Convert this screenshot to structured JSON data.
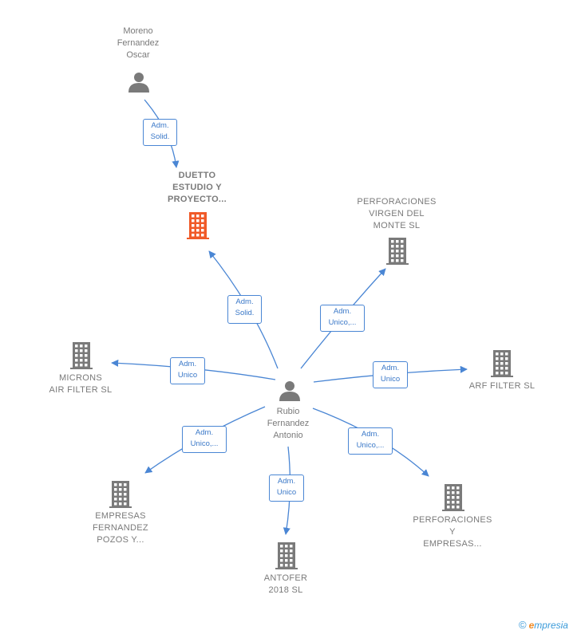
{
  "colors": {
    "edge": "#4a86d4",
    "node_gray": "#7a7a7a",
    "focus": "#f05a28"
  },
  "nodes": [
    {
      "id": "moreno",
      "kind": "person",
      "label": "Moreno\nFernandez\nOscar",
      "icon": "person-icon"
    },
    {
      "id": "duetto",
      "kind": "company",
      "focus": true,
      "label": "DUETTO\nESTUDIO Y\nPROYECTO...",
      "icon": "building-icon"
    },
    {
      "id": "perforaciones_virgen",
      "kind": "company",
      "label": "PERFORACIONES\nVIRGEN DEL\nMONTE  SL",
      "icon": "building-icon"
    },
    {
      "id": "microns",
      "kind": "company",
      "label": "MICRONS\nAIR FILTER SL",
      "icon": "building-icon"
    },
    {
      "id": "rubio",
      "kind": "person",
      "label": "Rubio\nFernandez\nAntonio",
      "icon": "person-icon"
    },
    {
      "id": "arf",
      "kind": "company",
      "label": "ARF FILTER  SL",
      "icon": "building-icon"
    },
    {
      "id": "empresas_fernandez",
      "kind": "company",
      "label": "EMPRESAS\nFERNANDEZ\nPOZOS Y...",
      "icon": "building-icon"
    },
    {
      "id": "antofer",
      "kind": "company",
      "label": "ANTOFER\n2018  SL",
      "icon": "building-icon"
    },
    {
      "id": "perforaciones_empresas",
      "kind": "company",
      "label": "PERFORACIONES\nY\nEMPRESAS...",
      "icon": "building-icon"
    }
  ],
  "edges": [
    {
      "from": "moreno",
      "to": "duetto",
      "label": "Adm.\nSolid."
    },
    {
      "from": "rubio",
      "to": "duetto",
      "label": "Adm.\nSolid."
    },
    {
      "from": "rubio",
      "to": "perforaciones_virgen",
      "label": "Adm.\nUnico,..."
    },
    {
      "from": "rubio",
      "to": "microns",
      "label": "Adm.\nUnico"
    },
    {
      "from": "rubio",
      "to": "arf",
      "label": "Adm.\nUnico"
    },
    {
      "from": "rubio",
      "to": "empresas_fernandez",
      "label": "Adm.\nUnico,..."
    },
    {
      "from": "rubio",
      "to": "antofer",
      "label": "Adm.\nUnico"
    },
    {
      "from": "rubio",
      "to": "perforaciones_empresas",
      "label": "Adm.\nUnico,..."
    }
  ],
  "brand": {
    "copyright": "©",
    "name_initial": "e",
    "name_rest": "mpresia"
  }
}
